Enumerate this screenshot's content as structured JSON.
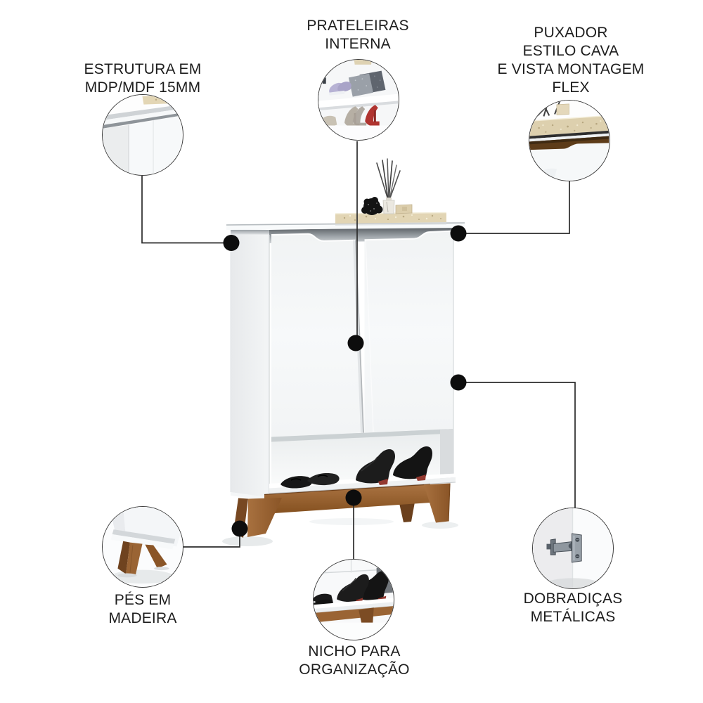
{
  "background": "#ffffff",
  "text_color": "#1d1d1d",
  "connector_color": "#2b2b2b",
  "product_colors": {
    "cabinet_white": "#f6f8f9",
    "wood": "#9a6434",
    "wood_dark": "#70431f",
    "stone_tray": "#e2d5b4",
    "recess_shadow": "#565c61",
    "sneaker_sole_red": "#93382f"
  },
  "callouts": {
    "estrutura": {
      "lines": [
        "ESTRUTURA EM",
        "MDP/MDF 15MM"
      ]
    },
    "prateleiras": {
      "lines": [
        "PRATELEIRAS",
        "INTERNA"
      ]
    },
    "puxador": {
      "lines": [
        "PUXADOR",
        "ESTILO CAVA",
        "E VISTA MONTAGEM",
        "FLEX"
      ]
    },
    "pes": {
      "lines": [
        "PÉS EM",
        "MADEIRA"
      ]
    },
    "nicho": {
      "lines": [
        "NICHO PARA",
        "ORGANIZAÇÃO"
      ]
    },
    "dobradicas": {
      "lines": [
        "DOBRADIÇAS",
        "METÁLICAS"
      ]
    }
  }
}
